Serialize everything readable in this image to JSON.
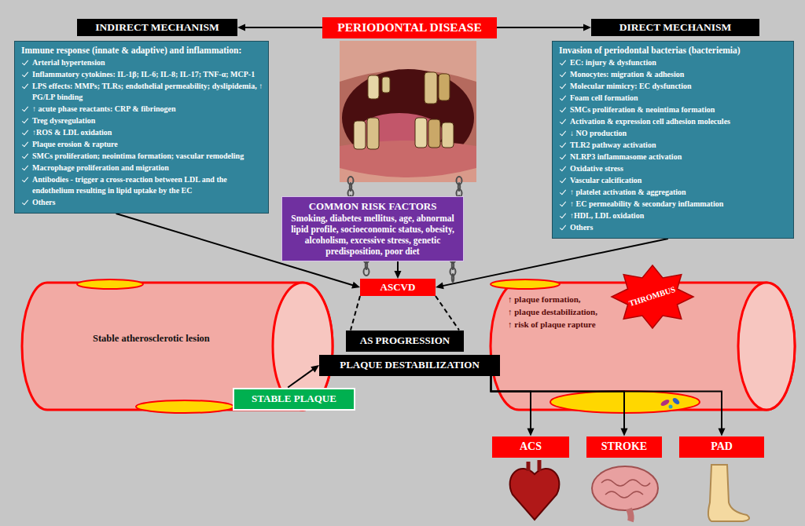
{
  "diagram": {
    "nodes": [
      {
        "text": [
          "INDIRECT MECHANISM"
        ]
      },
      {
        "text": [
          "PERIODONTAL DISEASE"
        ]
      },
      {
        "text": [
          "DIRECT MECHANISM"
        ]
      },
      {
        "text": [
          "Immune response (innate & adaptive) and inflammation:",
          "Arterial hypertension",
          "Inflammatory cytokines: IL-1β; IL-6; IL-8; IL-17; TNF-α; MCP-1",
          "LPS effects: MMPs; TLRs; endothelial permeability; dyslipidemia, ↑ PG/LP binding",
          "↑ acute phase reactants: CRP & fibrinogen",
          "Treg dysregulation",
          "↑ROS & LDL oxidation",
          "Plaque erosion & rapture",
          "SMCs proliferation; neointima formation; vascular remodeling",
          "Macrophage proliferation and migration",
          "Antibodies - trigger a cross-reaction between LDL and the endothelium resulting in lipid uptake by the EC",
          "Others"
        ]
      },
      {
        "text": [
          "COMMON RISK FACTORS",
          "Smoking, diabetes mellitus, age, abnormal lipid profile, socioeconomic status, obesity, alcoholism, excessive stress, genetic predisposition, poor diet"
        ]
      },
      {
        "text": [
          "Invasion of periodontal bacterias (bacteriemia)",
          "EC: injury & dysfunction",
          "Monocytes: migration & adhesion",
          "Molecular mimicry: EC dysfunction",
          "Foam cell formation",
          "SMCs proliferation & neointima formation",
          "Activation & expression cell adhesion molecules",
          "↓ NO production",
          "TLR2 pathway activation",
          "NLRP3 inflammasome activation",
          "Oxidative stress",
          "Vascular calcification",
          "↑ platelet activation & aggregation",
          "↑ EC permeability & secondary inflammation",
          "↑HDL, LDL oxidation",
          "Others"
        ]
      },
      {
        "text": [
          "ASCVD"
        ]
      },
      {
        "text": [
          "AS PROGRESSION"
        ]
      },
      {
        "text": [
          "PLAQUE DESTABILIZATION"
        ]
      },
      {
        "text": [
          "STABLE PLAQUE"
        ]
      },
      {
        "text": [
          "ACS"
        ]
      },
      {
        "text": [
          "STROKE"
        ]
      },
      {
        "text": [
          "PAD"
        ]
      }
    ],
    "edges": [
      {
        "from": 1,
        "to": 0,
        "arrow": "to"
      },
      {
        "from": 1,
        "to": 2,
        "arrow": "to"
      },
      {
        "from": 3,
        "to": 6,
        "arrow": "to"
      },
      {
        "from": 4,
        "to": 6,
        "arrow": "to"
      },
      {
        "from": 5,
        "to": 6,
        "arrow": "to"
      },
      {
        "from": 6,
        "to": 7,
        "arrow": "none"
      },
      {
        "from": 6,
        "to": 7,
        "arrow": "none"
      },
      {
        "from": 9,
        "to": 8,
        "arrow": "to"
      },
      {
        "from": 8,
        "to": 10,
        "arrow": "to"
      },
      {
        "from": 8,
        "to": 11,
        "arrow": "to"
      },
      {
        "from": 8,
        "to": 12,
        "arrow": "to"
      }
    ],
    "labels": [
      "Stable atherosclerotic lesion",
      "↑ plaque formation,",
      "↑ plaque destabilization,",
      "↑ risk of plaque rapture",
      "THROMBUS"
    ]
  }
}
